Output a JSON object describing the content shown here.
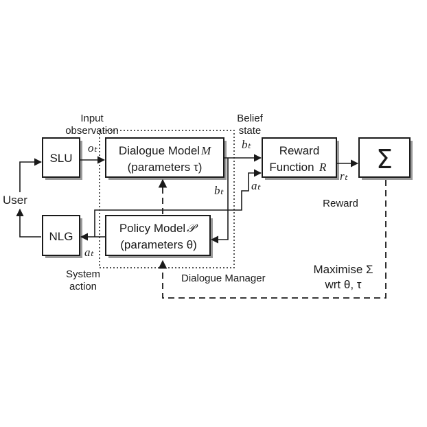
{
  "nodes": {
    "slu": "SLU",
    "nlg": "NLG",
    "user": "User",
    "dialogue_model": {
      "line1": "Dialogue Model",
      "line1_math": "M",
      "line2": "(parameters τ)"
    },
    "policy_model": {
      "line1": "Policy Model",
      "line1_math": "𝒫",
      "line2": "(parameters θ)"
    },
    "reward_function": {
      "line1": "Reward",
      "line2": "Function",
      "line2_math": "R"
    },
    "sum": "Σ"
  },
  "labels": {
    "input_observation_1": "Input",
    "input_observation_2": "observation",
    "o_t": "oₜ",
    "belief_state_1": "Belief",
    "belief_state_2": "state",
    "b_t_top": "bₜ",
    "b_t_mid": "bₜ",
    "a_t_mid": "aₜ",
    "r_t": "rₜ",
    "reward": "Reward",
    "a_t_bottom": "aₜ",
    "system_action_1": "System",
    "system_action_2": "action",
    "dialogue_manager": "Dialogue Manager",
    "maximise_1": "Maximise Σ",
    "maximise_2": "wrt θ, τ"
  }
}
